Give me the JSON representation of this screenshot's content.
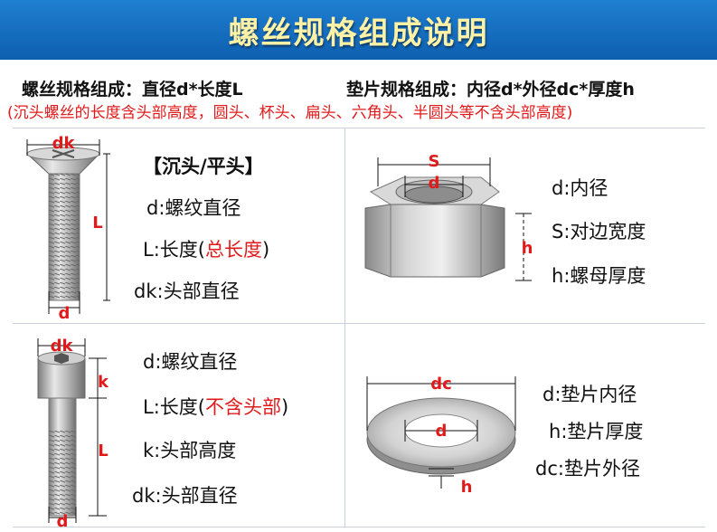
{
  "banner": {
    "title": "螺丝规格组成说明"
  },
  "spec": {
    "screw": "螺丝规格组成：直径d*长度L",
    "washer": "垫片规格组成：内径d*外径dc*厚度h",
    "note": "(沉头螺丝的长度含头部高度，圆头、杯头、扁头、六角头、半圆头等不含头部高度)"
  },
  "countersunk": {
    "heading": "【沉头/平头】",
    "items": [
      {
        "key": "d",
        "desc": "螺纹直径"
      },
      {
        "key": "L",
        "desc": "长度(",
        "red": "总长度",
        "end": ")"
      },
      {
        "key": "dk",
        "desc": "头部直径"
      }
    ],
    "dims": {
      "dk": "dk",
      "L": "L",
      "d": "d"
    }
  },
  "nut": {
    "items": [
      {
        "key": "d",
        "desc": "内径"
      },
      {
        "key": "S",
        "desc": "对边宽度"
      },
      {
        "key": "h",
        "desc": "螺母厚度"
      }
    ],
    "dims": {
      "S": "S",
      "d": "d",
      "h": "h"
    }
  },
  "socket": {
    "items": [
      {
        "key": "d",
        "desc": "螺纹直径"
      },
      {
        "key": "L",
        "desc": "长度(",
        "red": "不含头部",
        "end": ")"
      },
      {
        "key": "k",
        "desc": "头部高度"
      },
      {
        "key": "dk",
        "desc": "头部直径"
      }
    ],
    "dims": {
      "dk": "dk",
      "k": "k",
      "L": "L",
      "d": "d"
    }
  },
  "washer": {
    "items": [
      {
        "key": "d",
        "desc": "垫片内径"
      },
      {
        "key": "h",
        "desc": "垫片厚度"
      },
      {
        "key": "dc",
        "desc": "垫片外径"
      }
    ],
    "dims": {
      "dc": "dc",
      "d": "d",
      "h": "h"
    }
  },
  "sep": ":",
  "colors": {
    "banner": "#1268c0",
    "title": "#fff1a6",
    "accent": "#e01a1a"
  }
}
